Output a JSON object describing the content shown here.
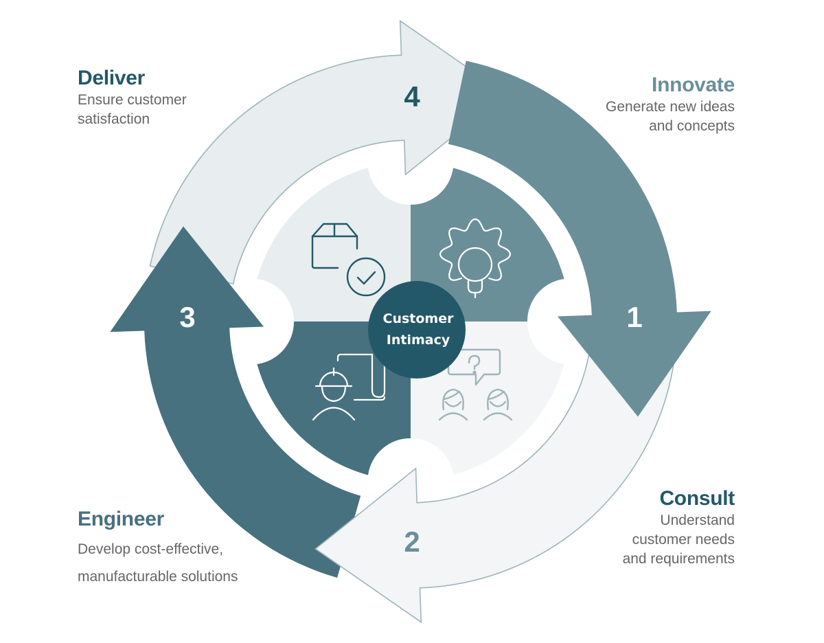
{
  "center": {
    "line1": "Customer",
    "line2": "Intimacy"
  },
  "steps": [
    {
      "number": "1",
      "title": "Innovate",
      "desc_lines": [
        "Generate new ideas",
        "and concepts"
      ],
      "icon": "gear-lightbulb-icon"
    },
    {
      "number": "2",
      "title": "Consult",
      "desc_lines": [
        "Understand",
        "customer needs",
        "and requirements"
      ],
      "icon": "people-question-icon"
    },
    {
      "number": "3",
      "title": "Engineer",
      "desc_lines": [
        "Develop cost-effective,",
        "manufacturable solutions"
      ],
      "icon": "engineer-blueprint-icon"
    },
    {
      "number": "4",
      "title": "Deliver",
      "desc_lines": [
        "Ensure customer",
        "satisfaction"
      ],
      "icon": "box-check-icon"
    }
  ],
  "colors": {
    "innovate": "#6b8f99",
    "consult": "#f3f5f6",
    "engineer": "#47717f",
    "deliver": "#e8edef",
    "center": "#235868",
    "stroke": "#9fb4ba",
    "title_dark": "#235868",
    "title_light": "#6b8f99",
    "desc": "#666666"
  }
}
